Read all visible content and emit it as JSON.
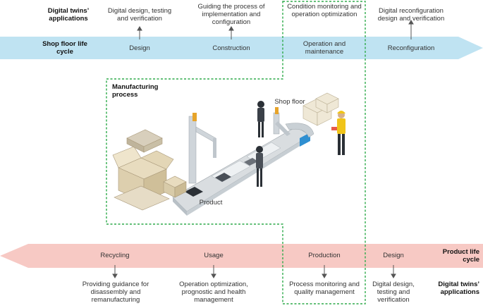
{
  "top": {
    "dt_label": "Digital twins’ applications",
    "applications": [
      "Digital design, testing and verification",
      "Guiding the process of implementation and configuration",
      "Condition monitoring and operation optimization",
      "Digital reconfiguration design and verification"
    ],
    "arrow_label": "Shop floor life cycle",
    "stages": [
      "Design",
      "Construction",
      "Operation and maintenance",
      "Reconfiguration"
    ],
    "colors": {
      "band": "#bfe3f2",
      "band_dark": "#a9d8ee"
    }
  },
  "middle": {
    "process_label": "Manufacturing process",
    "shop_floor_label": "Shop floor",
    "product_label": "Product",
    "colors": {
      "dashed": "#2eaa4a"
    }
  },
  "bottom": {
    "arrow_label": "Product life cycle",
    "stages": [
      "Recycling",
      "Usage",
      "Production",
      "Design"
    ],
    "dt_label": "Digital twins’ applications",
    "applications": [
      "Providing guidance for disassembly and remanufacturing",
      "Operation optimization, prognostic and health management",
      "Process monitoring and quality management",
      "Digital design, testing and verification"
    ],
    "colors": {
      "band": "#f7c9c4",
      "band_dark": "#f3b6b0"
    }
  }
}
